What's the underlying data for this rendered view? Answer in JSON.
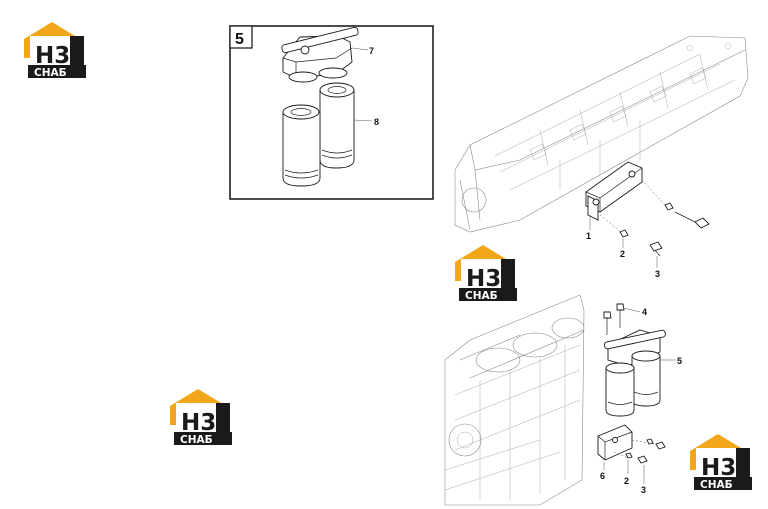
{
  "detail_number": "5",
  "callouts": {
    "c1": "1",
    "c2a": "2",
    "c3a": "3",
    "c4": "4",
    "c5": "5",
    "c6": "6",
    "c2b": "2",
    "c3b": "3",
    "c7": "7",
    "c8": "8"
  },
  "logo": {
    "letters": "H3",
    "name": "СНАБ",
    "accent_color": "#f2a71b",
    "dark_color": "#1a1a1a"
  },
  "colors": {
    "line": "#1a1a1a",
    "ghost": "#8a8a8a"
  }
}
